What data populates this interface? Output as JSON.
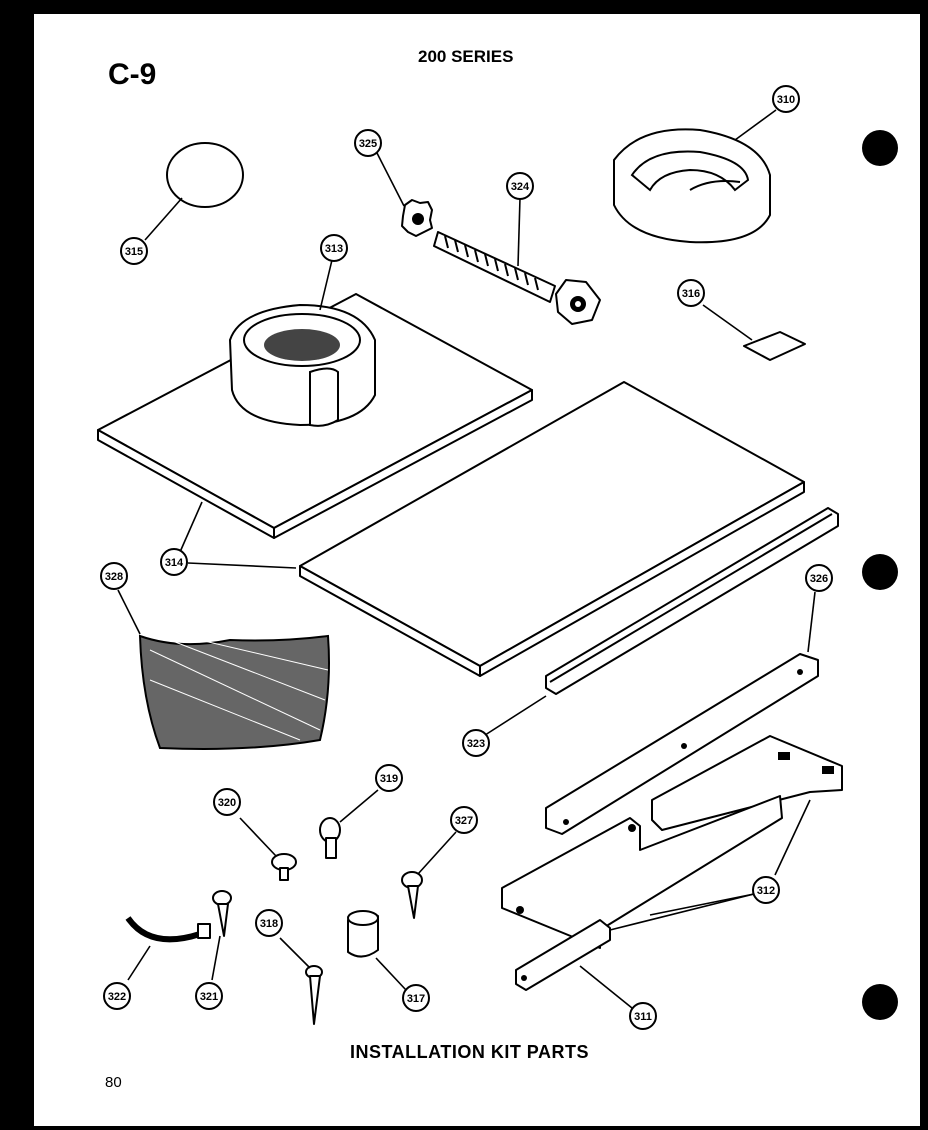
{
  "page": {
    "code": "C-9",
    "series": "200 SERIES",
    "caption": "INSTALLATION KIT PARTS",
    "page_number": "80"
  },
  "callouts": {
    "c311": "311",
    "c312": "312",
    "c313": "313",
    "c314": "314",
    "c315": "315",
    "c316": "316",
    "c317": "317",
    "c318": "318",
    "c319": "319",
    "c320": "320",
    "c321": "321",
    "c322": "322",
    "c323": "323",
    "c324": "324",
    "c325": "325",
    "c326": "326",
    "c327": "327",
    "c328": "328",
    "c310": "310"
  }
}
